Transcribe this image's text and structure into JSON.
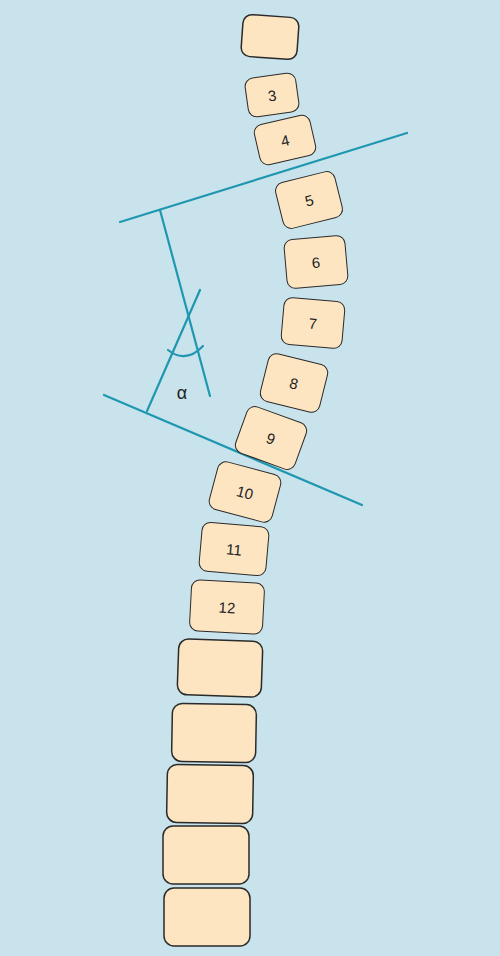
{
  "diagram": {
    "nodes": [
      {
        "text": [
          "3"
        ]
      },
      {
        "text": [
          "4"
        ]
      },
      {
        "text": [
          "5"
        ]
      },
      {
        "text": [
          "6"
        ]
      },
      {
        "text": [
          "7"
        ]
      },
      {
        "text": [
          "8"
        ]
      },
      {
        "text": [
          "9"
        ]
      },
      {
        "text": [
          "10"
        ]
      },
      {
        "text": [
          "11"
        ]
      },
      {
        "text": [
          "12"
        ]
      }
    ],
    "labels": [
      "α"
    ]
  }
}
